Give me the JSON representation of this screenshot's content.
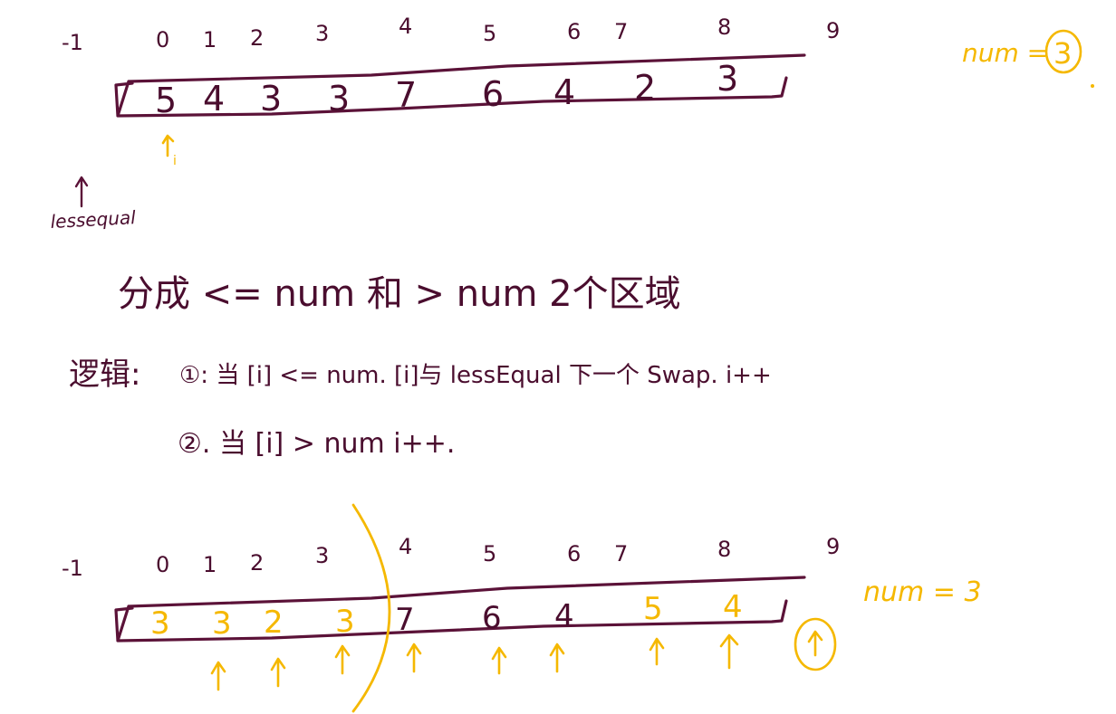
{
  "top": {
    "indices": [
      "-1",
      "0",
      "1",
      "2",
      "3",
      "4",
      "5",
      "6",
      "7",
      "8",
      "9"
    ],
    "values": [
      "5",
      "4",
      "3",
      "3",
      "7",
      "6",
      "4",
      "2",
      "3"
    ],
    "num_label": "num =",
    "num_value": "3",
    "pointer_label": "i",
    "lessequal_label": "lessequal"
  },
  "middle": {
    "line1": "分成  <= num   和   > num   2个区域",
    "logic_label": "逻辑:",
    "rule1": "①: 当 [i] <= num.  [i]与 lessEqual 下一个 Swap.    i++",
    "rule2": "②. 当 [i] > num    i++."
  },
  "bottom": {
    "indices": [
      "-1",
      "0",
      "1",
      "2",
      "3",
      "4",
      "5",
      "6",
      "7",
      "8",
      "9"
    ],
    "values": [
      "3",
      "3",
      "2",
      "3",
      "7",
      "6",
      "4",
      "5",
      "4"
    ],
    "value_colors": [
      "gold",
      "gold",
      "gold",
      "gold",
      "dark",
      "dark",
      "dark",
      "gold",
      "gold"
    ],
    "num_label": "num = 3"
  },
  "colors": {
    "ink": "#4a0d2e",
    "highlight": "#f5b800",
    "background": "#ffffff"
  }
}
